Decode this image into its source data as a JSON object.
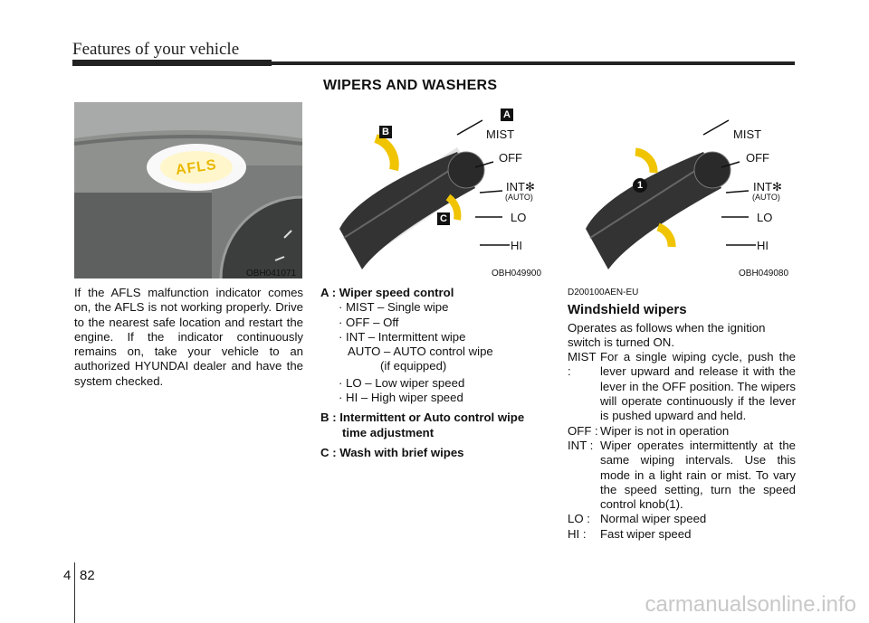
{
  "header": {
    "title": "Features of your vehicle"
  },
  "section": {
    "title": "WIPERS AND WASHERS"
  },
  "figures": {
    "left": {
      "code": "OBH041071",
      "warning_text": "AFLS"
    },
    "middle": {
      "code": "OBH049900",
      "labels": {
        "mist": "MIST",
        "off": "OFF",
        "int": "INT",
        "star": "✻",
        "auto": "(AUTO)",
        "lo": "LO",
        "hi": "HI",
        "badge_a": "A",
        "badge_b": "B",
        "badge_c": "C"
      }
    },
    "right": {
      "code": "OBH049080",
      "labels": {
        "mist": "MIST",
        "off": "OFF",
        "int": "INT",
        "star": "✻",
        "auto": "(AUTO)",
        "lo": "LO",
        "hi": "HI",
        "knob": "1"
      }
    }
  },
  "left_paragraph": "If the AFLS malfunction indicator comes on, the AFLS is not working properly. Drive to the nearest safe location and restart the engine. If the indicator continuously remains on, take your vehicle to an authorized HYUNDAI dealer and have the system checked.",
  "middle_list": {
    "a_head": "A : Wiper speed control",
    "items": [
      "· MIST – Single wipe",
      "· OFF – Off",
      "· INT – Intermittent wipe"
    ],
    "auto_line": "AUTO – AUTO control wipe",
    "auto_note": "(if equipped)",
    "items2": [
      "· LO – Low wiper speed",
      "· HI – High wiper speed"
    ],
    "b_head": "B : Intermittent or Auto control wipe",
    "b_cont": "time adjustment",
    "c_head": "C : Wash with brief wipes"
  },
  "right_col": {
    "code": "D200100AEN-EU",
    "subhead": "Windshield wipers",
    "intro": "Operates as follows when the ignition switch is turned ON.",
    "defs": [
      {
        "k": "MIST :",
        "v": "For a single wiping cycle, push the lever upward and release it with the lever in the OFF position. The wipers will operate continuously if the lever is pushed upward and held."
      },
      {
        "k": "OFF :",
        "v": "Wiper is not in operation"
      },
      {
        "k": "INT :",
        "v": "Wiper operates intermittently at the same wiping intervals. Use this mode in a light rain or mist. To vary the speed setting, turn the speed control knob(1)."
      },
      {
        "k": "LO :",
        "v": "Normal wiper speed"
      },
      {
        "k": "HI :",
        "v": "Fast wiper speed"
      }
    ]
  },
  "footer": {
    "chapter": "4",
    "page": "82"
  },
  "watermark": "carmanualsonline.info"
}
